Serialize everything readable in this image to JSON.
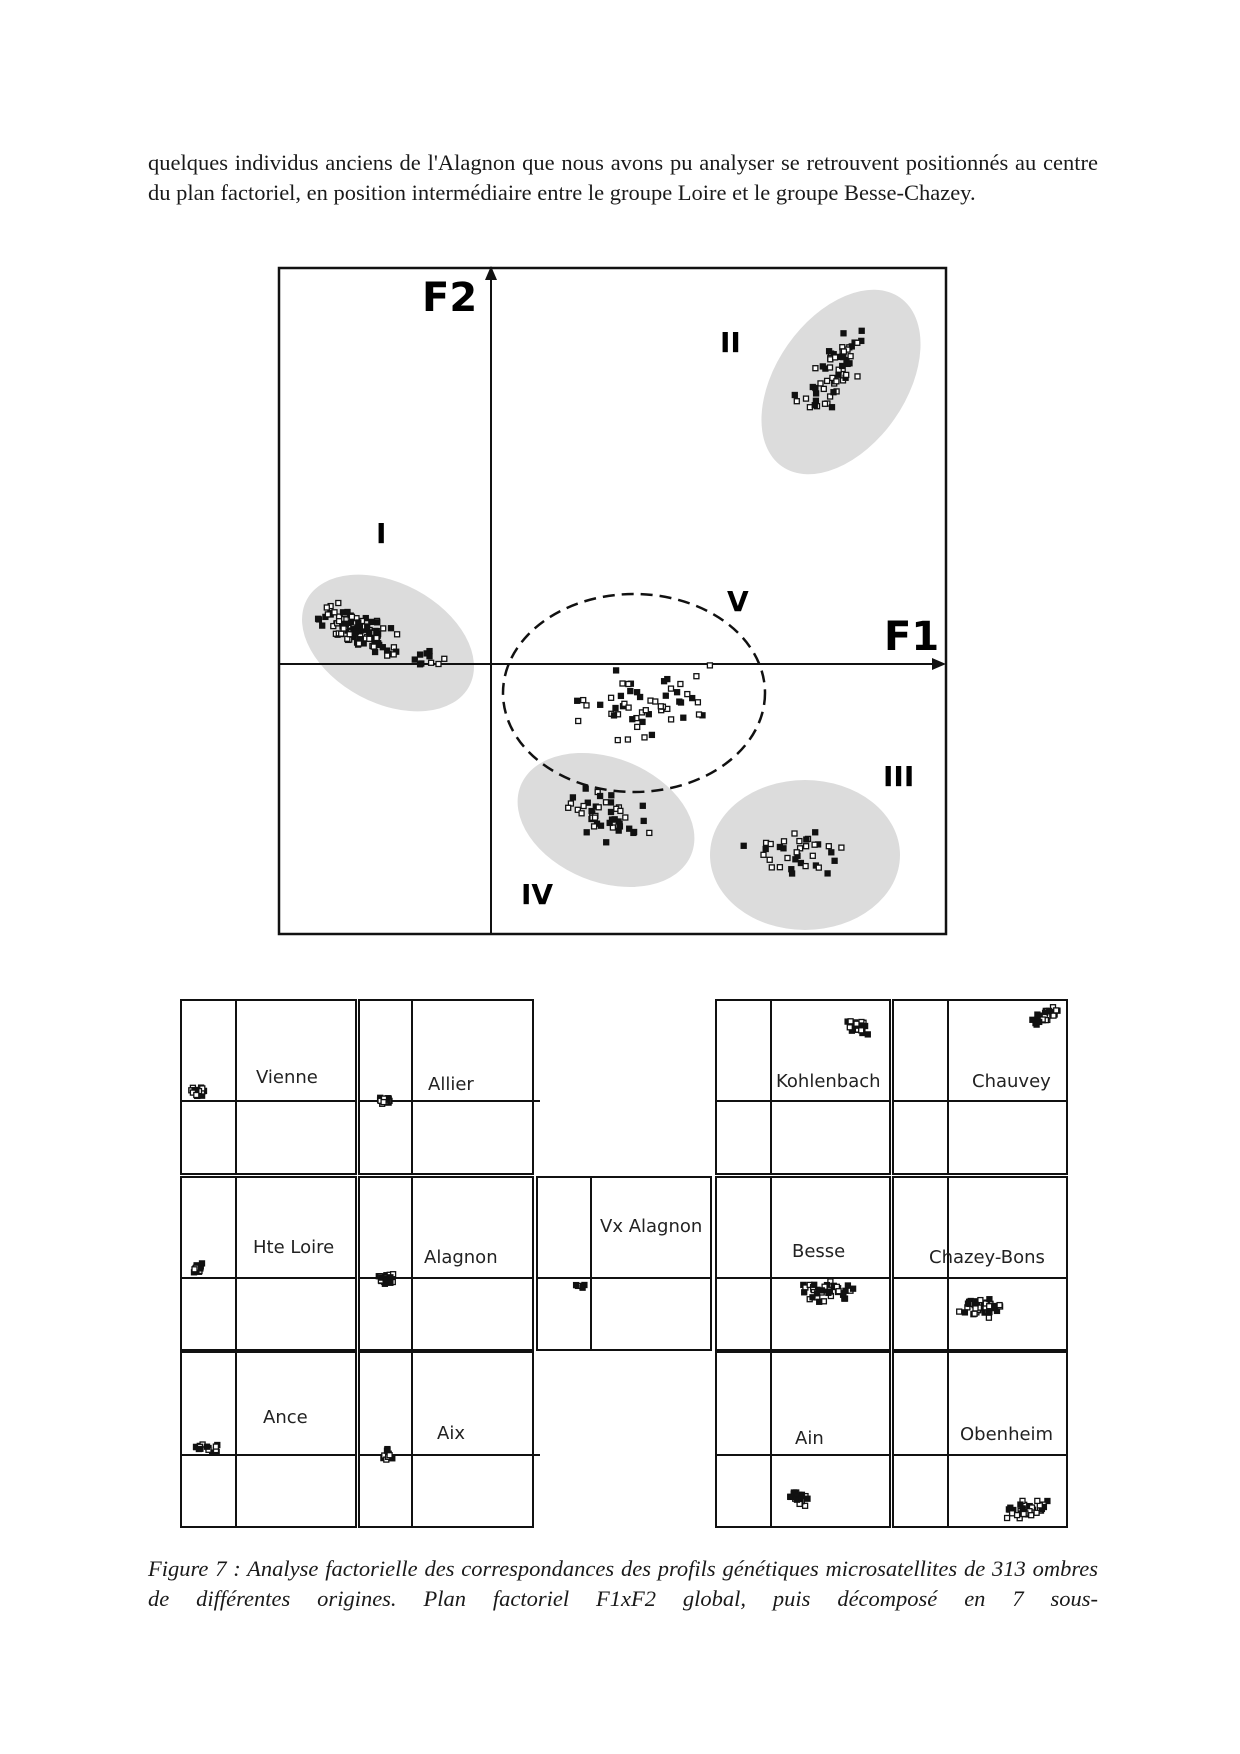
{
  "paragraph": "quelques individus anciens de l'Alagnon que nous avons pu analyser se retrouvent positionnés au centre du plan factoriel, en position intermédiaire entre le groupe Loire et le groupe Besse-Chazey.",
  "main_plot": {
    "axis_x": "F1",
    "axis_y": "F2",
    "groups": [
      "I",
      "II",
      "III",
      "IV",
      "V"
    ]
  },
  "panels": [
    "Vienne",
    "Allier",
    "Kohlenbach",
    "Chauvey",
    "Hte Loire",
    "Alagnon",
    "Vx Alagnon",
    "Besse",
    "Chazey-Bons",
    "Ance",
    "Aix",
    "Ain",
    "Obenheim"
  ],
  "caption": "Figure 7 : Analyse factorielle des correspondances des profils génétiques microsatellites de 313 ombres de différentes origines. Plan factoriel F1xF2 global, puis décomposé en 7 sous-"
}
